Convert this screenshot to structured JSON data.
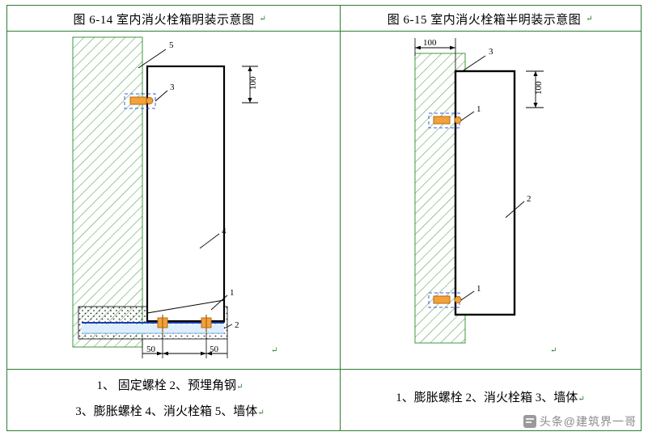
{
  "document": {
    "left_panel": {
      "title": "图 6-14   室内消火栓箱明装示意图",
      "title_marker": "↵",
      "legend_line1": "1、   固定螺栓     2、预埋角钢",
      "legend_line1_marker": "↵",
      "legend_line2": "3、膨胀螺栓   4、消火栓箱   5、墙体",
      "legend_line2_marker": "↵",
      "callouts": [
        "5",
        "3",
        "4",
        "1",
        "2"
      ],
      "dimensions": {
        "vertical_top": "100",
        "bottom_left": "50",
        "bottom_right": "50"
      },
      "sheet_marker": "↵"
    },
    "right_panel": {
      "title": "图 6-15   室内消火栓箱半明装示意图",
      "title_marker": "↵",
      "legend_line1": "1、膨胀螺栓     2、消火栓箱     3、墙体",
      "legend_line1_marker": "↵",
      "callouts": [
        "3",
        "1",
        "2",
        "1"
      ],
      "dimensions": {
        "horizontal_top": "100",
        "vertical_right": "100"
      },
      "sheet_marker": "↵"
    },
    "watermark": "头条@建筑界一哥",
    "colors": {
      "table_border": "#2e7d32",
      "wall_hatch": "#3b8f3b",
      "box_outline": "#000000",
      "bolt_orange": "#e8911c",
      "bolt_dash_blue": "#3b5bdb",
      "angle_steel_blue": "#1a3fb5"
    }
  }
}
